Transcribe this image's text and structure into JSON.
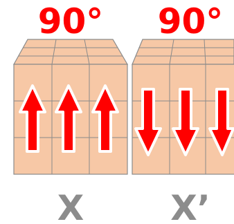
{
  "colors": {
    "face_fill": "#f7c8a6",
    "grid_stroke": "#8a8a8a",
    "angle_text": "#ff0000",
    "label_text": "#8c8c8c",
    "arrow_fill": "#ff0000",
    "arrow_outline": "#ffffff"
  },
  "cubes": [
    {
      "angle_label": "90°",
      "label": "X",
      "arrow_direction": "up",
      "arrow_count": 3
    },
    {
      "angle_label": "90°",
      "label": "X’",
      "arrow_direction": "down",
      "arrow_count": 3
    }
  ]
}
